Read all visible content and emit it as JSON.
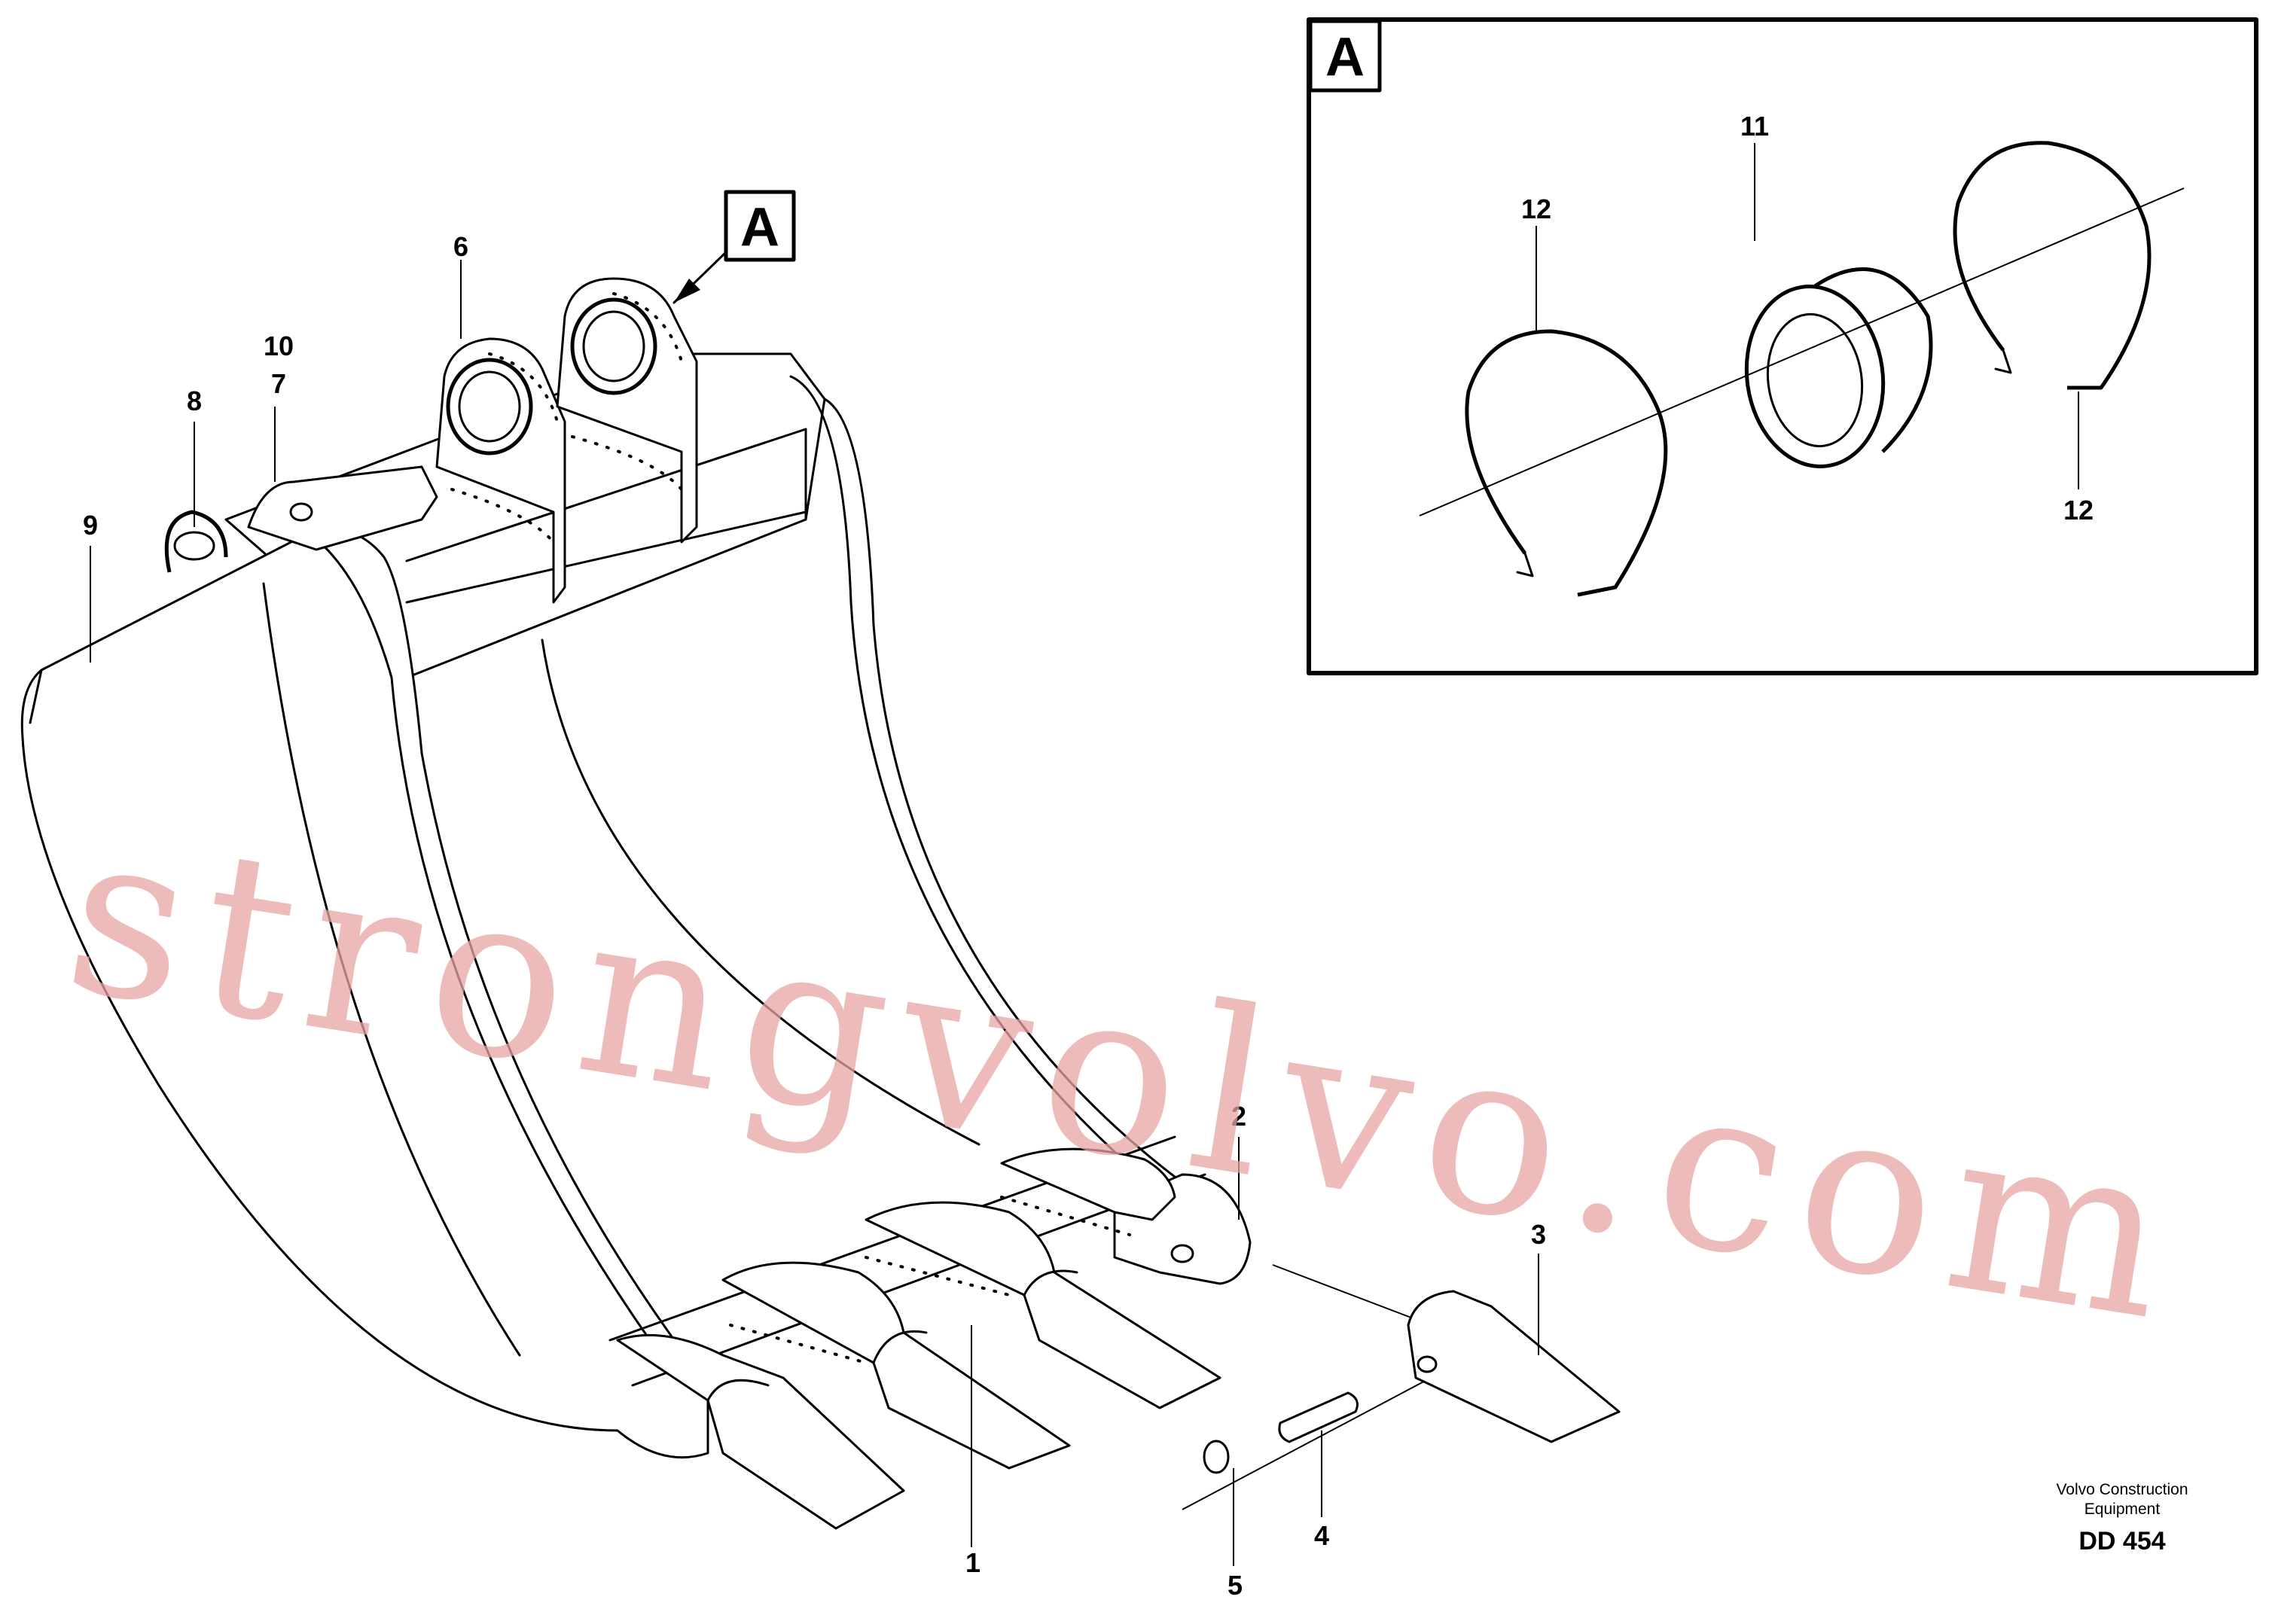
{
  "detail_frame": {
    "label": "A"
  },
  "detail_marker": {
    "label": "A"
  },
  "callouts": {
    "c1": "1",
    "c2": "2",
    "c3": "3",
    "c4": "4",
    "c5": "5",
    "c6": "6",
    "c7": "7",
    "c8": "8",
    "c9": "9",
    "c10": "10",
    "c11": "11",
    "c12a": "12",
    "c12b": "12"
  },
  "footer": {
    "brand_line1": "Volvo Construction",
    "brand_line2": "Equipment",
    "figure_id": "DD 454"
  },
  "watermark": {
    "text": "strongvolvo.com"
  }
}
